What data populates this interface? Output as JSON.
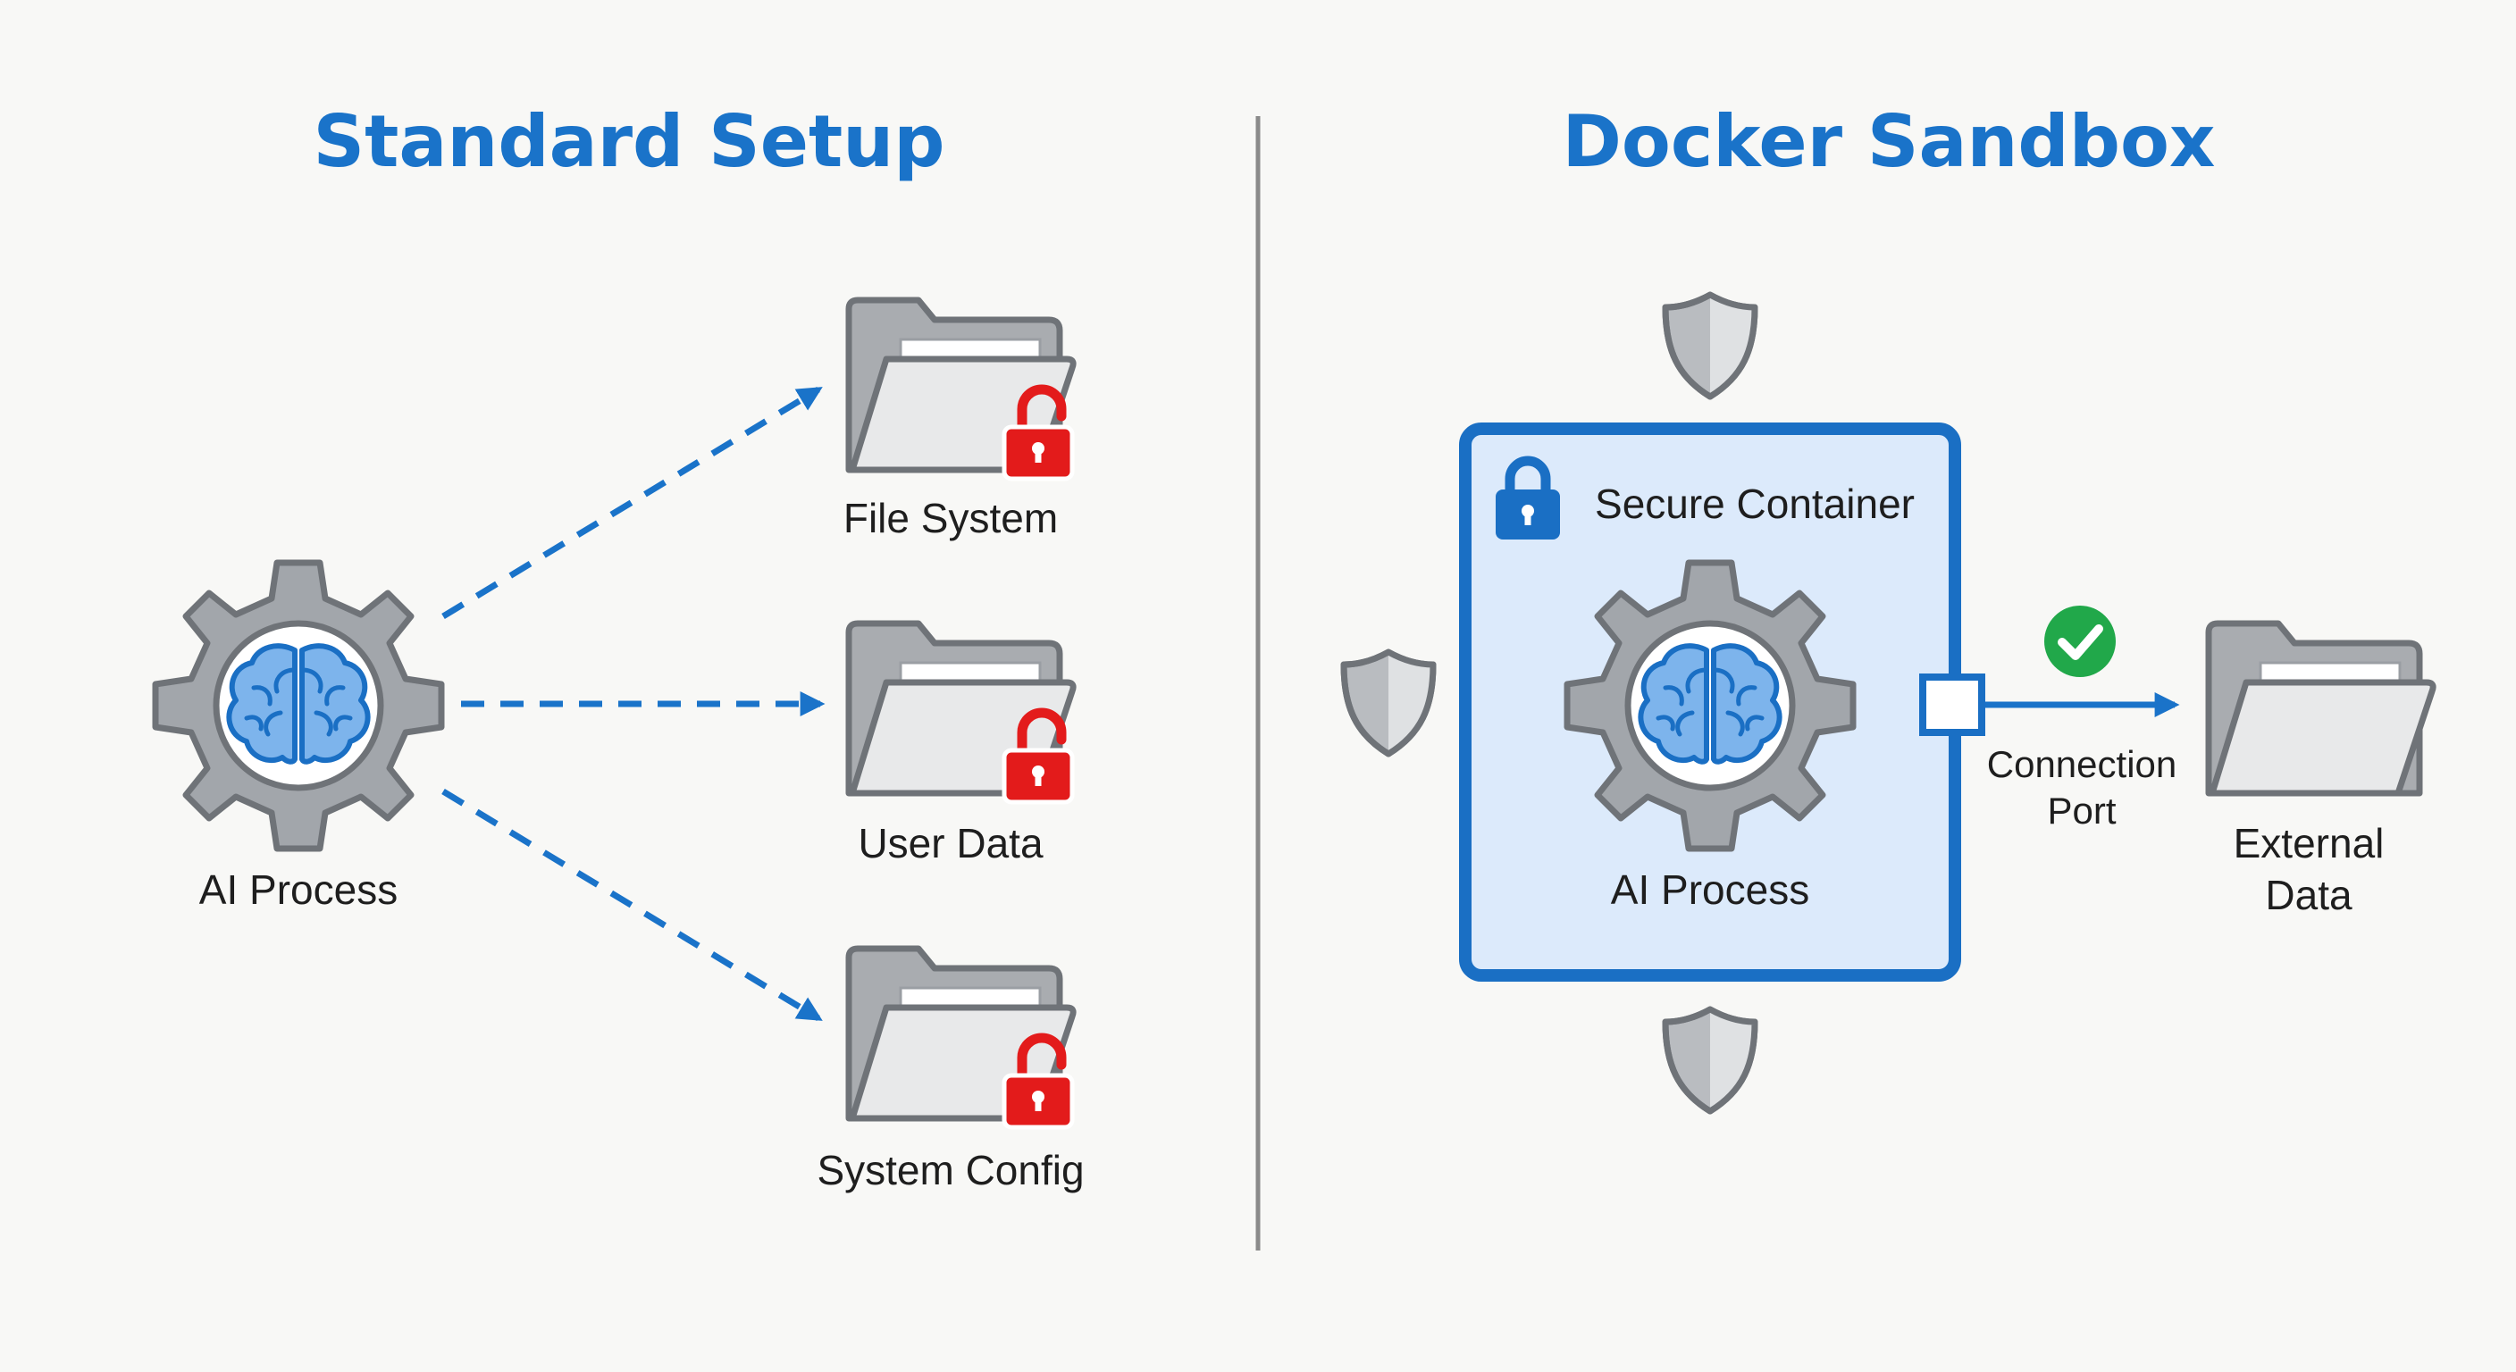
{
  "left": {
    "title": "Standard Setup",
    "process_label": "AI Process",
    "targets": [
      {
        "label": "File System",
        "locked": false
      },
      {
        "label": "User Data",
        "locked": false
      },
      {
        "label": "System Config",
        "locked": false
      }
    ]
  },
  "right": {
    "title": "Docker Sandbox",
    "container_label": "Secure Container",
    "process_label": "AI Process",
    "port_label_line1": "Connection",
    "port_label_line2": "Port",
    "external_label_line1": "External",
    "external_label_line2": "Data",
    "connection_status": "allowed"
  },
  "icons": {
    "process": "gear-brain-icon",
    "folder": "folder-icon",
    "unlocked": "unlocked-padlock-icon",
    "locked": "padlock-icon",
    "shield": "shield-icon",
    "check": "checkmark-icon"
  },
  "colors": {
    "accent_blue": "#1a73c9",
    "container_fill": "#dceafb",
    "danger_red": "#e31b1b",
    "success_green": "#21a84a",
    "gear_gray": "#a2a6ab",
    "folder_gray": "#a9acb0",
    "divider": "#8a8a8a"
  }
}
